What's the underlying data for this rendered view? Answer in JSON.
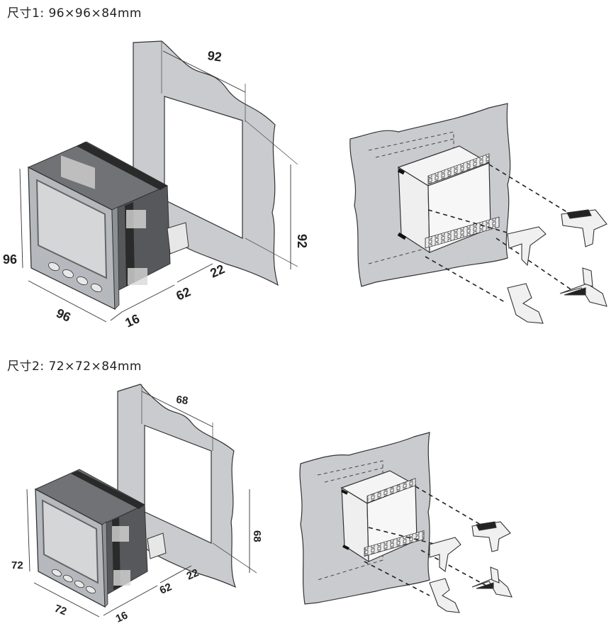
{
  "section1": {
    "caption": "尺寸1: 96×96×84mm",
    "cutout_width": "92",
    "cutout_height": "92",
    "front_height": "96",
    "front_width": "96",
    "bezel_depth": "16",
    "body_depth": "62",
    "terminal_depth": "22"
  },
  "section2": {
    "caption": "尺寸2: 72×72×84mm",
    "cutout_width": "68",
    "cutout_height": "68",
    "front_height": "72",
    "front_width": "72",
    "bezel_depth": "16",
    "body_depth": "62",
    "terminal_depth": "22"
  },
  "colors": {
    "panel": "#c9cbce",
    "housing": "#5f6164",
    "bezel": "#b5b9bd",
    "screen": "#d4d6d8",
    "line": "#222222"
  }
}
